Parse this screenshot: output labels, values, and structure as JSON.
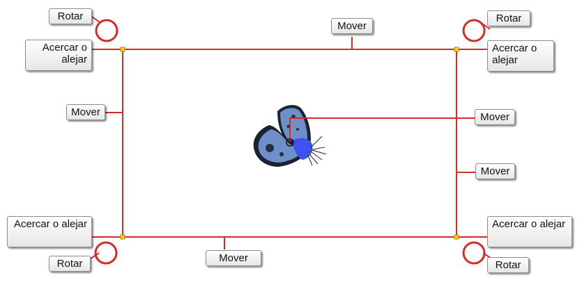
{
  "labels": {
    "rotate": "Rotar",
    "move": "Mover",
    "scale": "Acercar o alejar"
  },
  "colors": {
    "handle_line": "#d42a2a",
    "corner_handle": "#ffd21e",
    "butterfly_wing": "#6f8fc8",
    "butterfly_accent": "#3d52f0"
  },
  "icons": {
    "subject": "butterfly-icon",
    "rotate_handle": "rotate-ring-icon",
    "corner_handle": "scale-handle-icon",
    "pivot": "pivot-point-icon"
  }
}
